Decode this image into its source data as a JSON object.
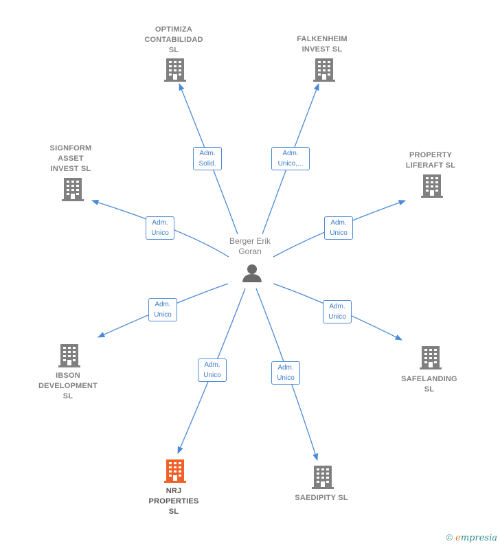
{
  "center": {
    "name": "Berger Erik\nGoran",
    "icon": "person-icon"
  },
  "companies": [
    {
      "id": "optimiza",
      "name": "OPTIMIZA\nCONTABILIDAD\nSL",
      "role": "Adm.\nSolid.",
      "highlight": false
    },
    {
      "id": "falkenheim",
      "name": "FALKENHEIM\nINVEST  SL",
      "role": "Adm.\nUnico,...",
      "highlight": false
    },
    {
      "id": "signform",
      "name": "SIGNFORM\nASSET\nINVEST  SL",
      "role": "Adm.\nUnico",
      "highlight": false
    },
    {
      "id": "property",
      "name": "PROPERTY\nLIFERAFT  SL",
      "role": "Adm.\nUnico",
      "highlight": false
    },
    {
      "id": "ibson",
      "name": "IBSON\nDEVELOPMENT\nSL",
      "role": "Adm.\nUnico",
      "highlight": false
    },
    {
      "id": "safelanding",
      "name": "SAFELANDING\nSL",
      "role": "Adm.\nUnico",
      "highlight": false
    },
    {
      "id": "nrj",
      "name": "NRJ\nPROPERTIES\nSL",
      "role": "Adm.\nUnico",
      "highlight": true
    },
    {
      "id": "saedipity",
      "name": "SAEDIPITY  SL",
      "role": "Adm.\nUnico",
      "highlight": false
    }
  ],
  "colors": {
    "edge": "#4a8ad6",
    "building": "#808080",
    "highlight": "#f0612a",
    "person": "#6a6a6a"
  },
  "credit": {
    "copyright": "©",
    "brand_initial": "e",
    "brand_rest": "mpresia"
  }
}
